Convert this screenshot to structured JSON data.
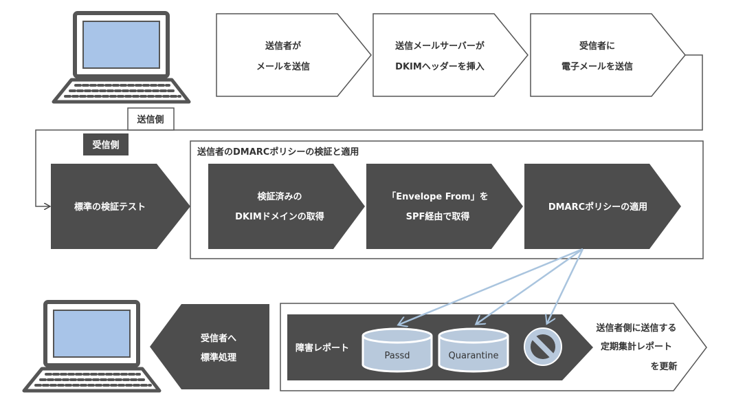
{
  "sender_steps": [
    {
      "line1": "送信者が",
      "line2": "メールを送信"
    },
    {
      "line1": "送信メールサーバーが",
      "line2": "DKIMヘッダーを挿入"
    },
    {
      "line1": "受信者に",
      "line2": "電子メールを送信"
    }
  ],
  "tags": {
    "sender_side": "送信側",
    "receiver_side": "受信側"
  },
  "standard_test": "標準の検証テスト",
  "dmarc_group": {
    "title": "送信者のDMARCポリシーの検証と適用",
    "steps": [
      {
        "line1": "検証済みの",
        "line2": "DKIMドメインの取得"
      },
      {
        "line1": "「Envelope From」を",
        "line2": "SPF経由で取得"
      },
      {
        "line1": "DMARCポリシーの適用",
        "line2": ""
      }
    ]
  },
  "receiver_process": {
    "line1": "受信者へ",
    "line2": "標準処理"
  },
  "failure_report": {
    "label": "障害レポート",
    "cylinders": [
      "Passd",
      "Quarantine"
    ],
    "reject_symbol": "prohibited-icon"
  },
  "aggregate_report": {
    "line1": "送信者側に送信する",
    "line2": "定期集計レポート",
    "line3": "を更新"
  },
  "colors": {
    "dark": "#4d4d4d",
    "outline": "#555555",
    "cylinder": "#b8c9dc",
    "arrow": "#a9c4de",
    "screen": "#a8c4e8"
  }
}
